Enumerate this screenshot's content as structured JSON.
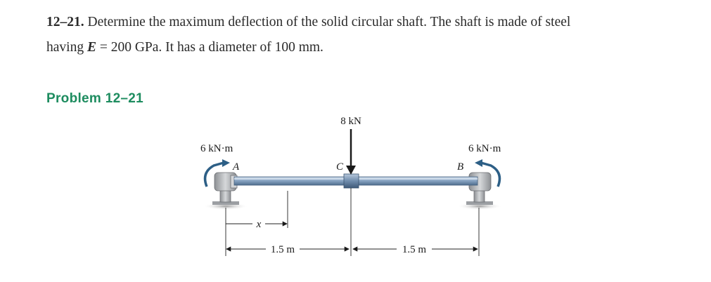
{
  "problem": {
    "number": "12–21.",
    "text_line1": "Determine the maximum deflection of the solid circular shaft. The shaft is made of steel",
    "text_line2_pre": "having",
    "modulus_symbol": "E",
    "text_line2_post": "= 200 GPa. It has a diameter of 100 mm."
  },
  "heading": "Problem 12–21",
  "figure": {
    "load_label": "8 kN",
    "moment_left_label": "6 kN·m",
    "moment_right_label": "6 kN·m",
    "point_a": "A",
    "point_b": "B",
    "point_c": "C",
    "x_label": "x",
    "span_left": "1.5 m",
    "span_right": "1.5 m"
  },
  "colors": {
    "heading": "#1d8c5f",
    "shaft": "#8aa6c4",
    "moment_arrow": "#2d5f86",
    "support": "#b9bcbf"
  }
}
